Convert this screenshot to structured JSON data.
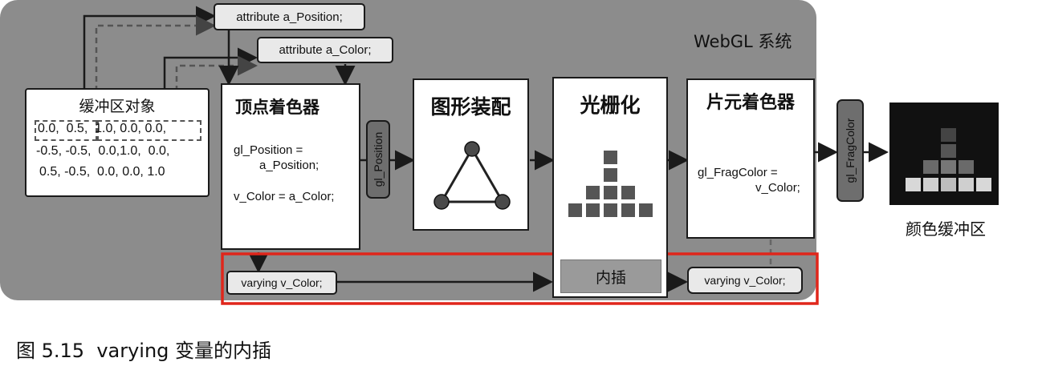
{
  "system_label": "WebGL 系统",
  "attributes": {
    "position": "attribute a_Position;",
    "color": "attribute a_Color;"
  },
  "buffer_object": {
    "title": "缓冲区对象",
    "rows": [
      [
        "0.0,",
        "0.5,",
        "1.0,",
        "0.0,",
        "0.0,"
      ],
      [
        "-0.5,",
        "-0.5,",
        "0.0,1.0,",
        "0.0,"
      ],
      [
        "0.5,",
        "-0.5,",
        "0.0,",
        "0.0,",
        "1.0"
      ]
    ]
  },
  "vertex_shader": {
    "title": "顶点着色器",
    "line1": "gl_Position =",
    "line2": "a_Position;",
    "line3": "v_Color =  a_Color;"
  },
  "gl_position_label": "gl_Position",
  "assembly": {
    "title": "图形装配"
  },
  "rasterization": {
    "title": "光栅化",
    "interp_label": "内插"
  },
  "fragment_shader": {
    "title": "片元着色器",
    "line1": "gl_FragColor =",
    "line2": "v_Color;"
  },
  "gl_fragcolor_label": "gl_FragColor",
  "varying_left": "varying v_Color;",
  "varying_right": "varying v_Color;",
  "color_buffer_label": "颜色缓冲区",
  "caption": "图 5.15  varying 变量的内插",
  "colors": {
    "system_bg": "#8c8c8c",
    "highlight": "#e0261b",
    "pill": "#6e6e6e",
    "interp_bg": "#9a9a9a",
    "framebuffer_bg": "#111111"
  }
}
